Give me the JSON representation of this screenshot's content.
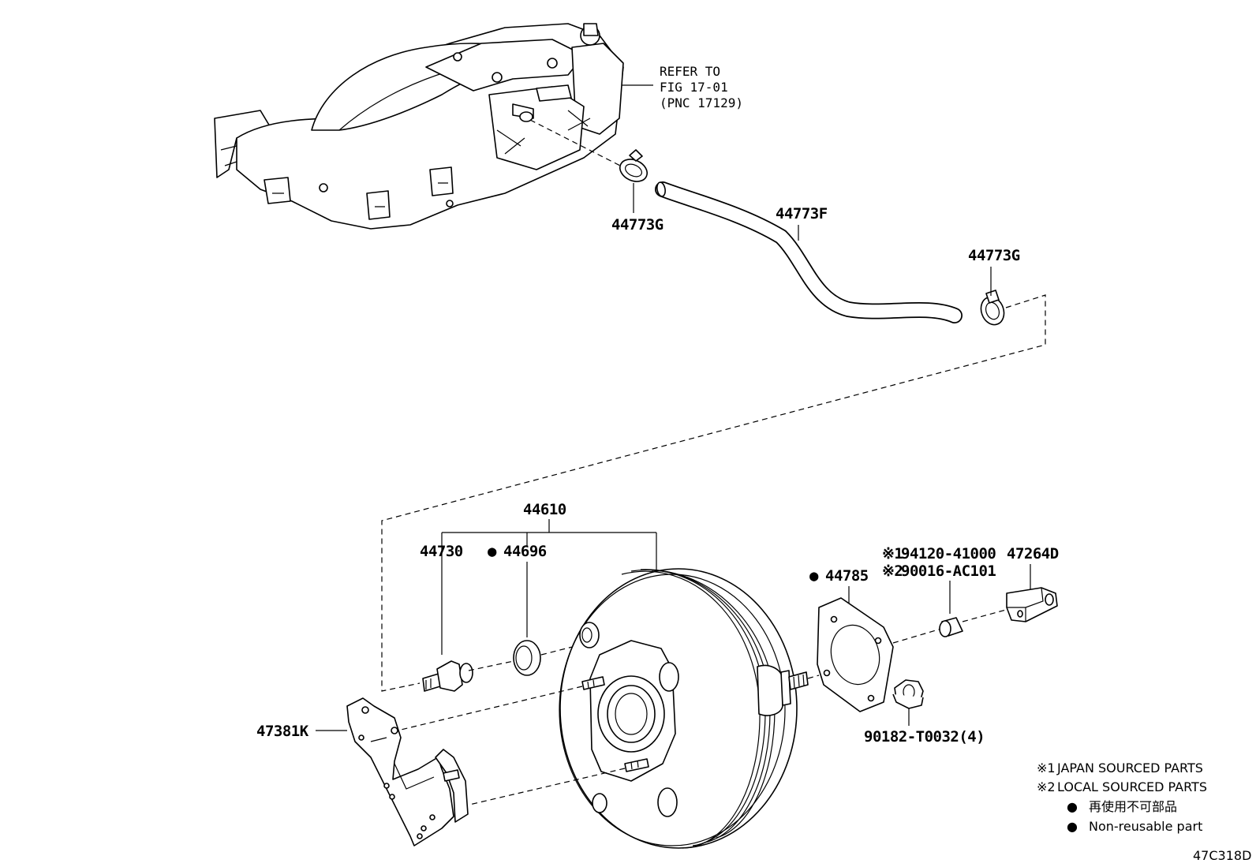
{
  "diagram_code": "47C318D",
  "reference_note": [
    "REFER TO",
    "FIG 17-01",
    "(PNC 17129)"
  ],
  "part_labels": {
    "clamp_upper": "44773G",
    "hose": "44773F",
    "clamp_right": "44773G",
    "booster_assy": "44610",
    "check_valve": "44730",
    "grommet": "44696",
    "gasket": "44785",
    "clevis": "47264D",
    "bracket": "47381K",
    "nut": "90182-T0032(4)",
    "pin_japan": "94120-41000",
    "pin_local": "90016-AC101"
  },
  "markers": {
    "japan": "※1",
    "local": "※2",
    "non_reusable": "●"
  },
  "legend": {
    "japan_sourced": "JAPAN SOURCED PARTS",
    "local_sourced": "LOCAL SOURCED PARTS",
    "non_reusable_jp": "再使用不可部品",
    "non_reusable_en": "Non-reusable part"
  }
}
